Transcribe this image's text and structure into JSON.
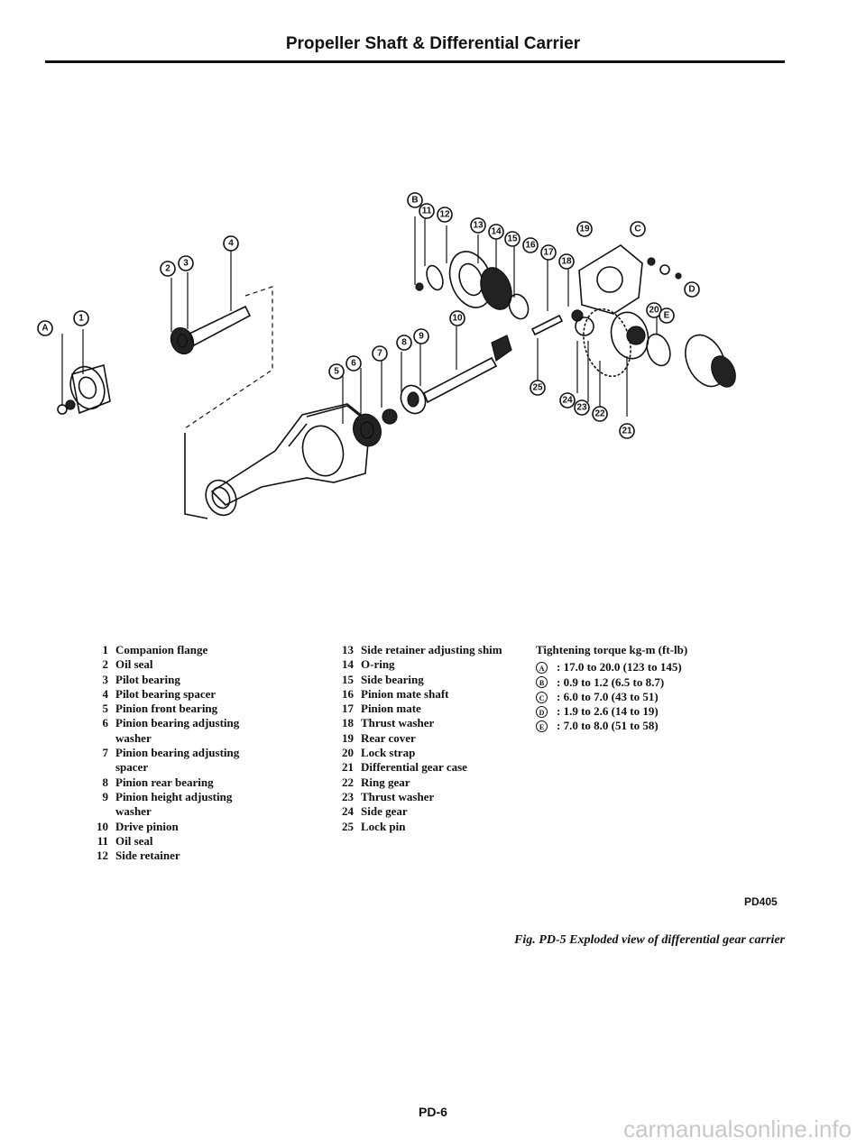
{
  "header": {
    "title": "Propeller Shaft & Differential Carrier"
  },
  "legend": {
    "col1": [
      {
        "num": "1",
        "text": "Companion flange"
      },
      {
        "num": "2",
        "text": "Oil seal"
      },
      {
        "num": "3",
        "text": "Pilot bearing"
      },
      {
        "num": "4",
        "text": "Pilot bearing spacer"
      },
      {
        "num": "5",
        "text": "Pinion front bearing"
      },
      {
        "num": "6",
        "text": "Pinion bearing adjusting washer"
      },
      {
        "num": "7",
        "text": "Pinion bearing adjusting spacer"
      },
      {
        "num": "8",
        "text": "Pinion rear bearing"
      },
      {
        "num": "9",
        "text": "Pinion height adjusting washer"
      },
      {
        "num": "10",
        "text": "Drive pinion"
      },
      {
        "num": "11",
        "text": "Oil seal"
      },
      {
        "num": "12",
        "text": "Side retainer"
      }
    ],
    "col2": [
      {
        "num": "13",
        "text": "Side retainer adjusting shim"
      },
      {
        "num": "14",
        "text": "O-ring"
      },
      {
        "num": "15",
        "text": "Side bearing"
      },
      {
        "num": "16",
        "text": "Pinion mate shaft"
      },
      {
        "num": "17",
        "text": "Pinion mate"
      },
      {
        "num": "18",
        "text": "Thrust washer"
      },
      {
        "num": "19",
        "text": "Rear cover"
      },
      {
        "num": "20",
        "text": "Lock strap"
      },
      {
        "num": "21",
        "text": "Differential gear case"
      },
      {
        "num": "22",
        "text": "Ring gear"
      },
      {
        "num": "23",
        "text": "Thrust washer"
      },
      {
        "num": "24",
        "text": "Side gear"
      },
      {
        "num": "25",
        "text": "Lock pin"
      }
    ]
  },
  "torque": {
    "title": "Tightening torque kg-m (ft-lb)",
    "items": [
      {
        "letter": "A",
        "value": ": 17.0 to 20.0 (123 to 145)"
      },
      {
        "letter": "B",
        "value": ": 0.9 to 1.2 (6.5 to 8.7)"
      },
      {
        "letter": "C",
        "value": ": 6.0 to 7.0 (43 to 51)"
      },
      {
        "letter": "D",
        "value": ": 1.9 to 2.6 (14 to 19)"
      },
      {
        "letter": "E",
        "value": ": 7.0 to 8.0 (51 to 58)"
      }
    ]
  },
  "callouts": [
    "A",
    "1",
    "2",
    "3",
    "4",
    "B",
    "11",
    "12",
    "13",
    "14",
    "15",
    "16",
    "17",
    "18",
    "19",
    "C",
    "D",
    "20",
    "E",
    "10",
    "5",
    "6",
    "7",
    "8",
    "9",
    "25",
    "24",
    "23",
    "22",
    "21"
  ],
  "figure": {
    "code": "PD405",
    "caption": "Fig. PD-5 Exploded view of differential gear carrier"
  },
  "page": {
    "number": "PD-6"
  },
  "watermark": "carmanualsonline.info"
}
